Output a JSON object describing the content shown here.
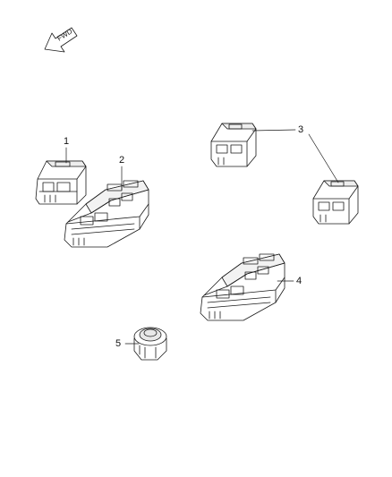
{
  "orientation": {
    "text": "FWD",
    "icon": "forward-arrow-icon"
  },
  "callouts": [
    {
      "id": "1",
      "label": "1"
    },
    {
      "id": "2",
      "label": "2"
    },
    {
      "id": "3",
      "label": "3"
    },
    {
      "id": "4",
      "label": "4"
    },
    {
      "id": "5",
      "label": "5"
    }
  ],
  "colors": {
    "line": "#1a1a1a",
    "fill": "#ffffff",
    "shade": "#d8d8d8"
  }
}
